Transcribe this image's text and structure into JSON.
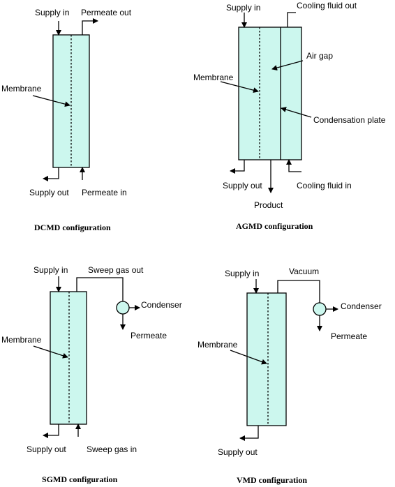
{
  "colors": {
    "module_fill": "#ccf7ee",
    "line": "#000000"
  },
  "dcmd": {
    "supply_in": "Supply in",
    "permeate_out": "Permeate out",
    "membrane": "Membrane",
    "supply_out": "Supply out",
    "permeate_in": "Permeate in",
    "caption": "DCMD configuration"
  },
  "agmd": {
    "supply_in": "Supply in",
    "cooling_fluid_out": "Cooling fluid out",
    "air_gap": "Air gap",
    "membrane": "Membrane",
    "condensation_plate": "Condensation plate",
    "supply_out": "Supply out",
    "cooling_fluid_in": "Cooling fluid in",
    "product": "Product",
    "caption": "AGMD configuration"
  },
  "sgmd": {
    "supply_in": "Supply in",
    "sweep_gas_out": "Sweep gas out",
    "condenser": "Condenser",
    "permeate": "Permeate",
    "membrane": "Membrane",
    "supply_out": "Supply out",
    "sweep_gas_in": "Sweep gas in",
    "caption": "SGMD configuration"
  },
  "vmd": {
    "supply_in": "Supply in",
    "vacuum": "Vacuum",
    "condenser": "Condenser",
    "permeate": "Permeate",
    "membrane": "Membrane",
    "supply_out": "Supply out",
    "caption": "VMD configuration"
  }
}
